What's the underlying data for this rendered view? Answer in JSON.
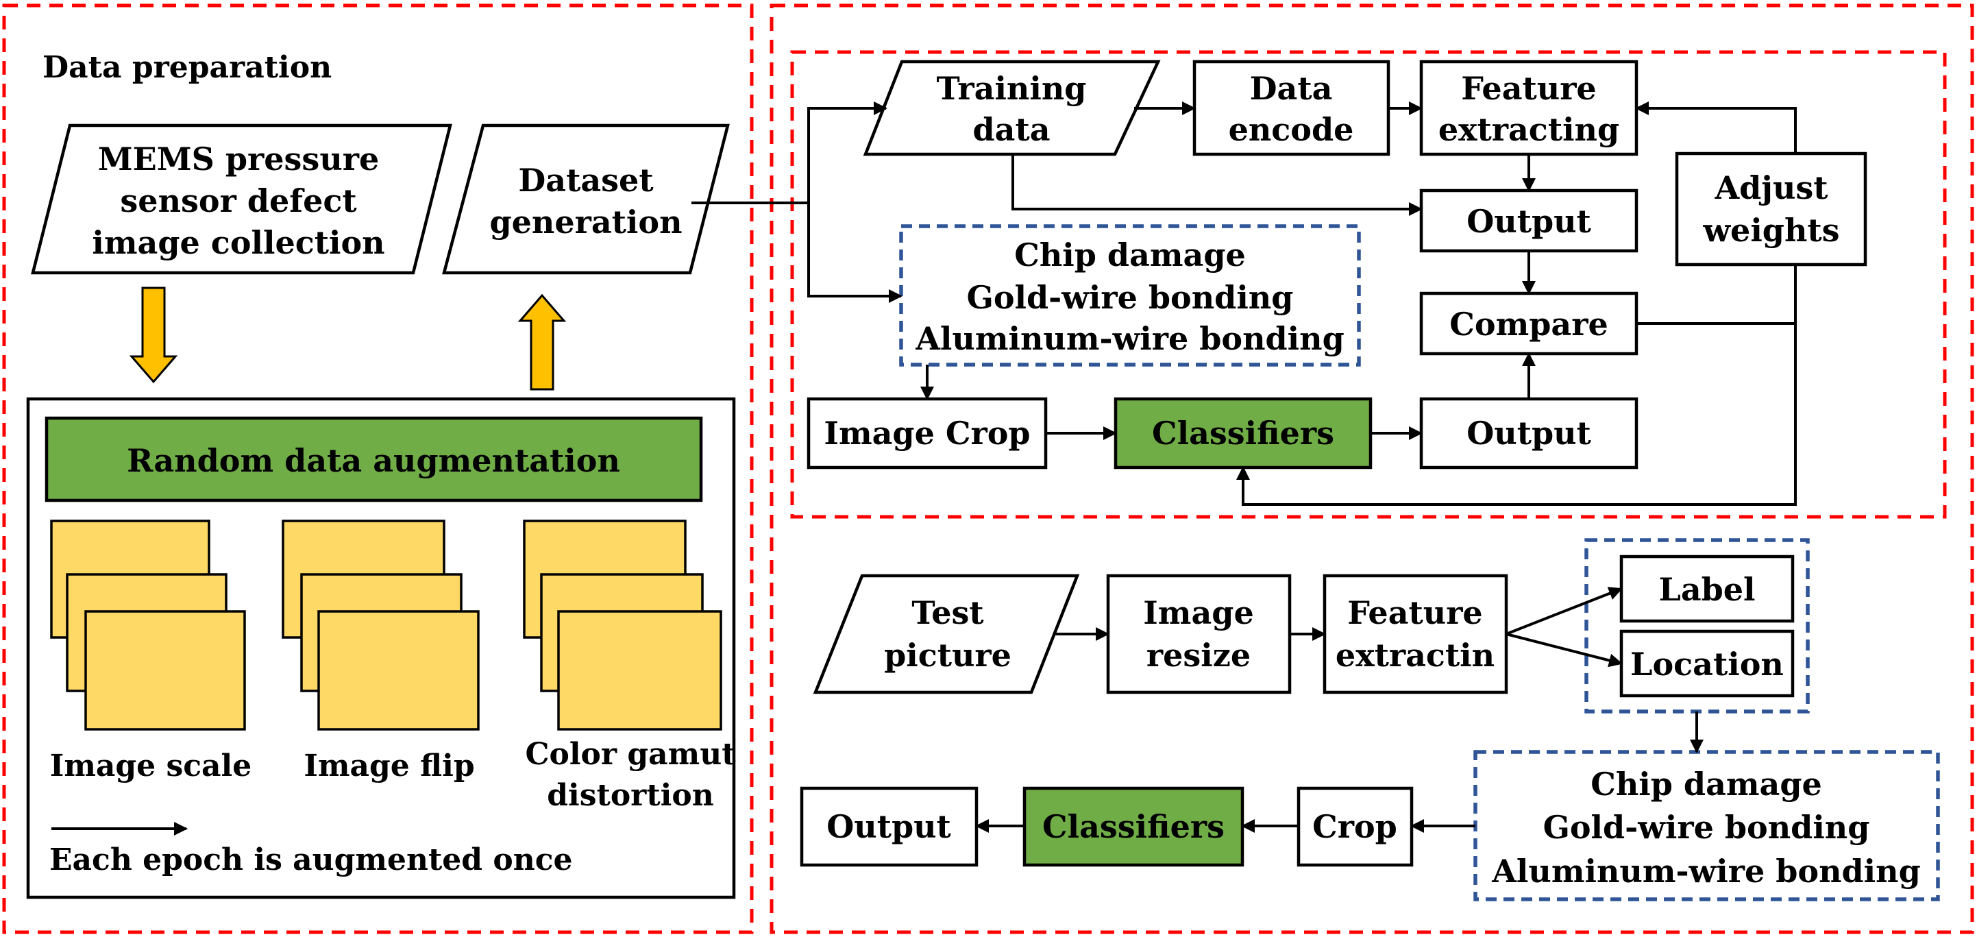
{
  "colors": {
    "section_border": "#ff0000",
    "group_border": "#2f5597",
    "highlight_fill": "#70ad47",
    "augment_card_fill": "#ffd966",
    "transfer_arrow_fill": "#ffc000"
  },
  "data_prep": {
    "title": "Data preparation",
    "collection": [
      "MEMS pressure",
      "sensor defect",
      "image collection"
    ],
    "dataset": [
      "Dataset",
      "generation"
    ],
    "augmentation_title": "Random data augmentation",
    "augment_types": [
      {
        "label": [
          "Image scale"
        ]
      },
      {
        "label": [
          "Image flip"
        ]
      },
      {
        "label": [
          "Color gamut",
          "distortion"
        ]
      }
    ],
    "epoch_note": "Each epoch is augmented once"
  },
  "training": {
    "training_data": [
      "Training",
      "data"
    ],
    "data_encode": [
      "Data",
      "encode"
    ],
    "feature_extracting": [
      "Feature",
      "extracting"
    ],
    "output_top": "Output",
    "adjust_weights": [
      "Adjust",
      "weights"
    ],
    "defect_classes": [
      "Chip damage",
      "Gold-wire bonding",
      "Aluminum-wire bonding"
    ],
    "compare": "Compare",
    "image_crop": "Image Crop",
    "classifiers": "Classifiers",
    "output_bottom": "Output"
  },
  "testing": {
    "test_picture": [
      "Test",
      "picture"
    ],
    "image_resize": [
      "Image",
      "resize"
    ],
    "feature_extractin": [
      "Feature",
      "extractin"
    ],
    "label": "Label",
    "location": "Location",
    "defect_classes": [
      "Chip damage",
      "Gold-wire bonding",
      "Aluminum-wire  bonding"
    ],
    "crop": "Crop",
    "classifiers": "Classifiers",
    "output": "Output"
  }
}
